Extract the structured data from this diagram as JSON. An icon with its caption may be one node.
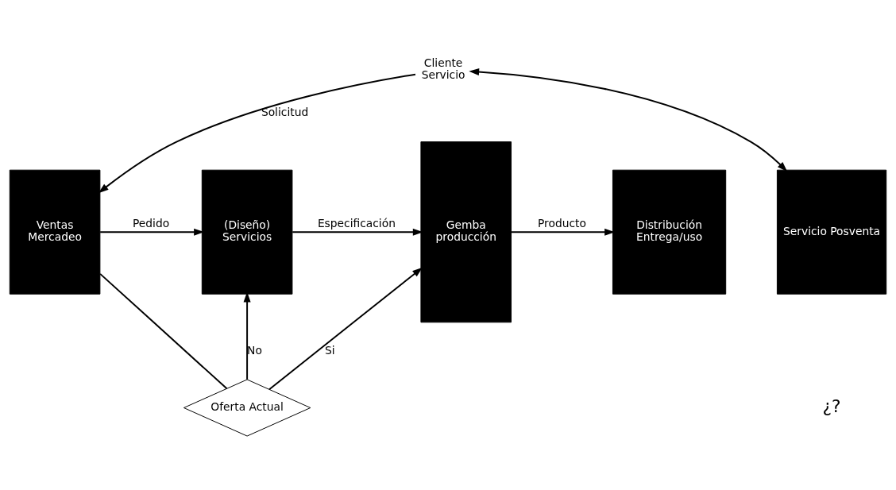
{
  "diagram": {
    "nodes": [
      {
        "text": [
          "Ventas",
          "Mercadeo"
        ]
      },
      {
        "text": [
          "(Diseño)",
          "Servicios"
        ]
      },
      {
        "text": [
          "Gemba",
          "producción"
        ]
      },
      {
        "text": [
          "Distribución",
          "Entrega/uso"
        ]
      },
      {
        "text": [
          "Servicio Posventa"
        ]
      },
      {
        "text": [
          "Oferta Actual"
        ]
      },
      {
        "text": [
          "Cliente",
          "Servicio"
        ]
      }
    ],
    "edges": [
      {
        "from": 0,
        "to": 1,
        "arrow": "to",
        "label": "Pedido"
      },
      {
        "from": 0,
        "to": 5,
        "arrow": "none"
      },
      {
        "from": 5,
        "to": 1,
        "arrow": "to",
        "label": "No"
      },
      {
        "from": 1,
        "to": 2,
        "arrow": "to",
        "label": "Especificación"
      },
      {
        "from": 5,
        "to": 2,
        "arrow": "to",
        "label": "Si"
      },
      {
        "from": 2,
        "to": 3,
        "arrow": "to",
        "label": "Producto"
      },
      {
        "from": 6,
        "to": 4,
        "arrow": "both"
      },
      {
        "from": 6,
        "to": 0,
        "arrow": "to",
        "label": "Solicitud"
      }
    ],
    "labels": [
      "¿?"
    ]
  }
}
